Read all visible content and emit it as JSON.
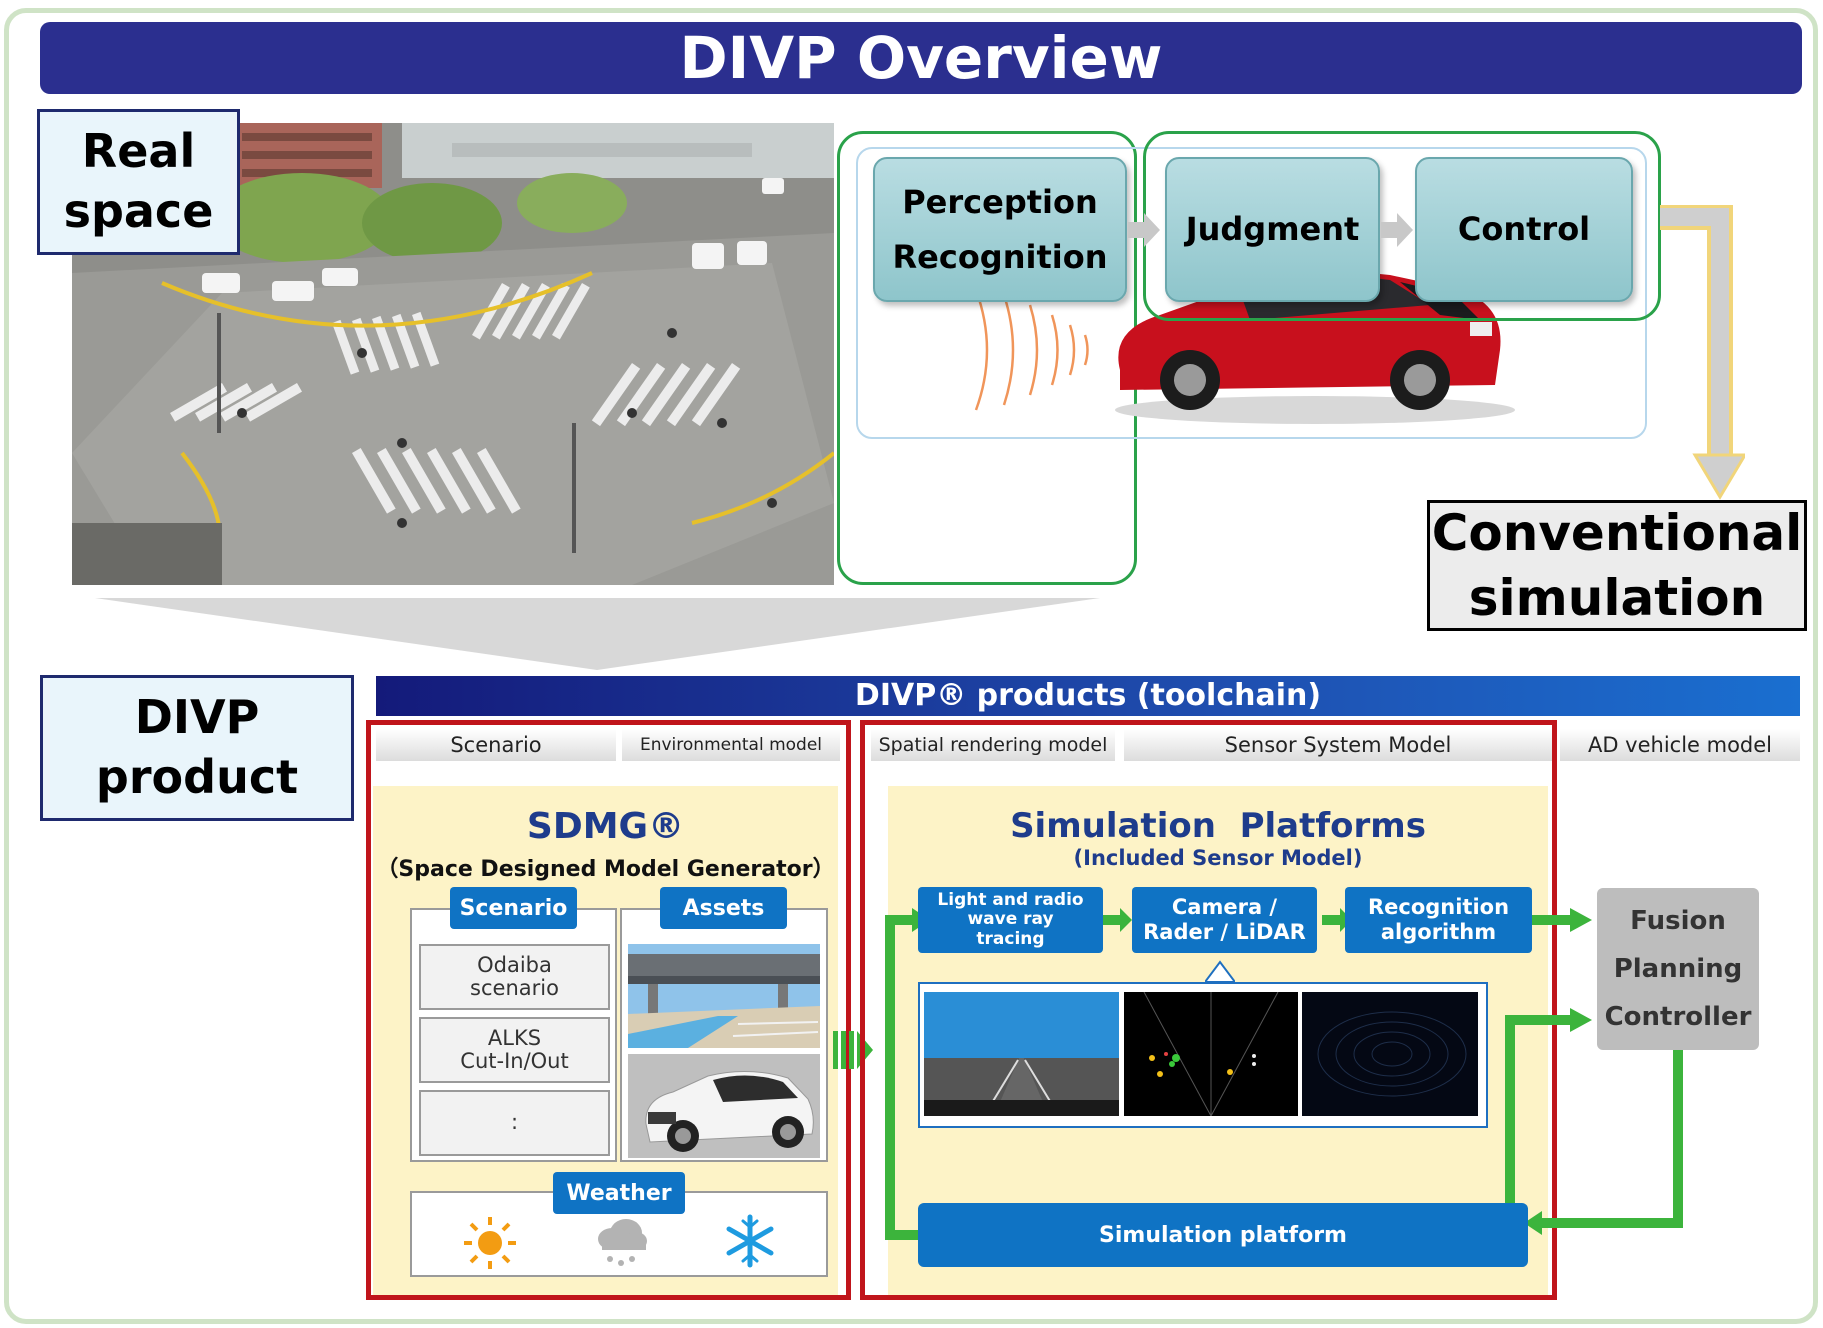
{
  "title": "DIVP Overview",
  "real_space_label": [
    "Real",
    "space"
  ],
  "divp_product_label": [
    "DIVP",
    "product"
  ],
  "conventional_label": [
    "Conventional",
    "simulation"
  ],
  "pipeline": {
    "perception": [
      "Perception",
      "Recognition"
    ],
    "judgment": "Judgment",
    "control": "Control"
  },
  "toolchain": {
    "header": "DIVP® products (toolchain)",
    "tabs": [
      "Scenario",
      "Environmental model",
      "Spatial rendering model",
      "Sensor System Model",
      "AD vehicle model"
    ]
  },
  "sdmg": {
    "title": "SDMG®",
    "subtitle": "（Space Designed Model Generator）",
    "scenario_button": "Scenario",
    "assets_button": "Assets",
    "scenarios": [
      [
        "Odaiba",
        "scenario"
      ],
      [
        "ALKS",
        "Cut-In/Out"
      ],
      [
        ":"
      ]
    ],
    "weather_button": "Weather",
    "weather_icons": [
      "sun-icon",
      "rain-cloud-icon",
      "snowflake-icon"
    ]
  },
  "sim_platforms": {
    "title": "Simulation  Platforms",
    "subtitle": "(Included Sensor Model)",
    "steps": [
      [
        "Light and radio",
        "wave ray",
        "tracing"
      ],
      [
        "Camera /",
        "Rader / LiDAR"
      ],
      [
        "Recognition",
        "algorithm"
      ]
    ],
    "platform": "Simulation platform"
  },
  "fusion": [
    "Fusion",
    "Planning",
    "Controller"
  ],
  "colors": {
    "banner": "#2b2f8f",
    "blue_button": "#0f73c4",
    "red_frame": "#c0151b",
    "green_arrow": "#3cb43c",
    "cream": "#fdf3c7"
  }
}
